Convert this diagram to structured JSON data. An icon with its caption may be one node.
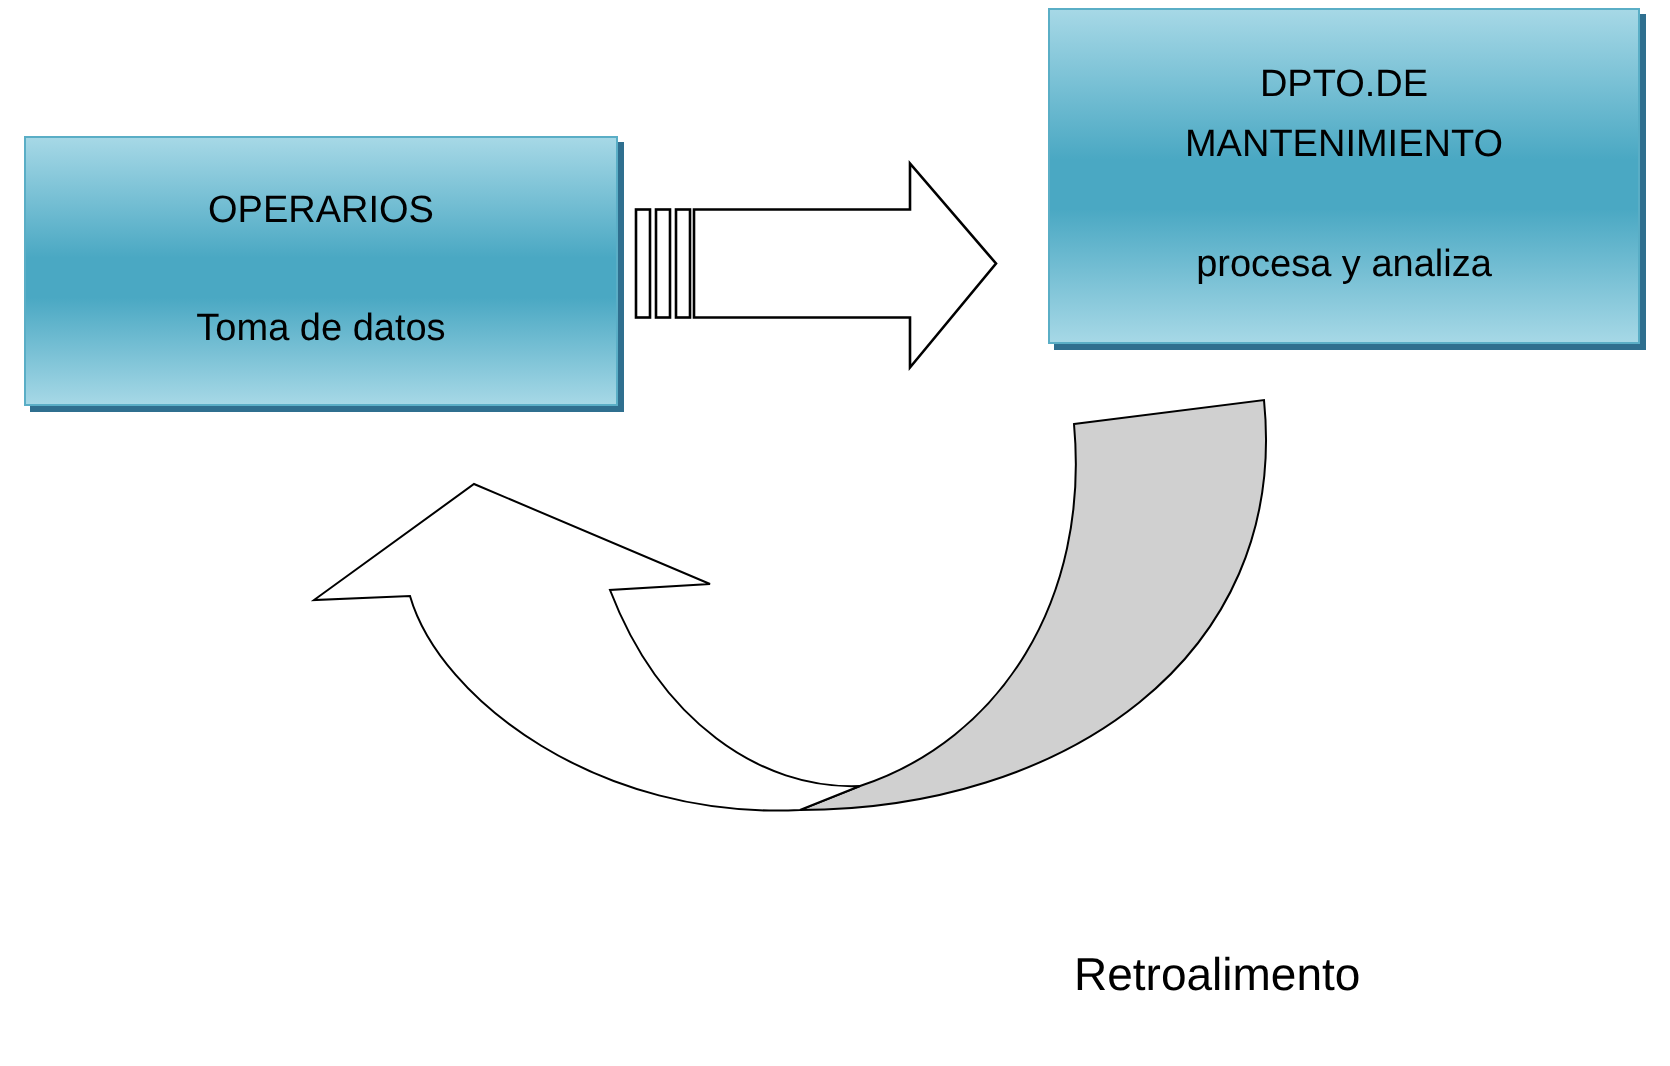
{
  "diagram": {
    "nodes": [
      {
        "text": [
          "OPERARIOS",
          "Toma de datos"
        ]
      },
      {
        "text": [
          "DPTO.DE MANTENIMIENTO",
          "procesa y analiza"
        ]
      }
    ],
    "edges": [
      {
        "from": 0,
        "to": 1,
        "arrow": "to"
      },
      {
        "from": 1,
        "to": 0,
        "arrow": "to"
      }
    ],
    "labels": [
      "Retroalimento"
    ]
  }
}
